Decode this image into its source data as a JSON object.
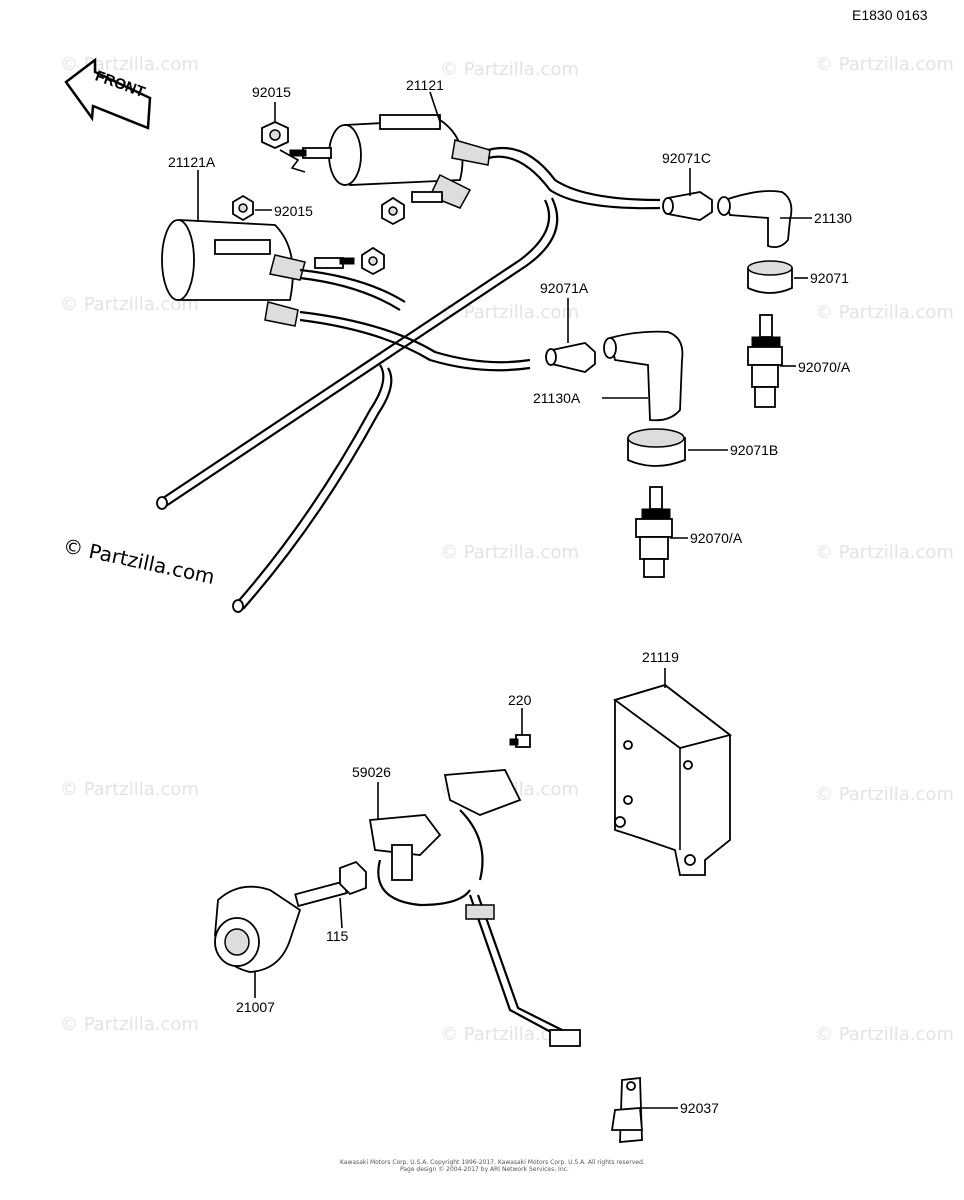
{
  "diagram": {
    "code": "E1830  0163",
    "front_label": "FRONT",
    "watermark_main": "© Partzilla.com",
    "watermark_small": "© Partzilla.com",
    "copyright_line1": "Kawasaki Motors Corp. U.S.A. Copyright 1996-2017, Kawasaki Motors Corp. U.S.A. All rights reserved.",
    "copyright_line2": "Page design © 2004-2017 by ARI Network Services, Inc.",
    "parts": {
      "p92015a": "92015",
      "p21121": "21121",
      "p21121a": "21121A",
      "p92015b": "92015",
      "p92071c": "92071C",
      "p21130": "21130",
      "p92071": "92071",
      "p92071a": "92071A",
      "p92070a1": "92070/A",
      "p21130a": "21130A",
      "p92071b": "92071B",
      "p92070a2": "92070/A",
      "p21119": "21119",
      "p220": "220",
      "p59026": "59026",
      "p115": "115",
      "p21007": "21007",
      "p92037": "92037"
    }
  }
}
